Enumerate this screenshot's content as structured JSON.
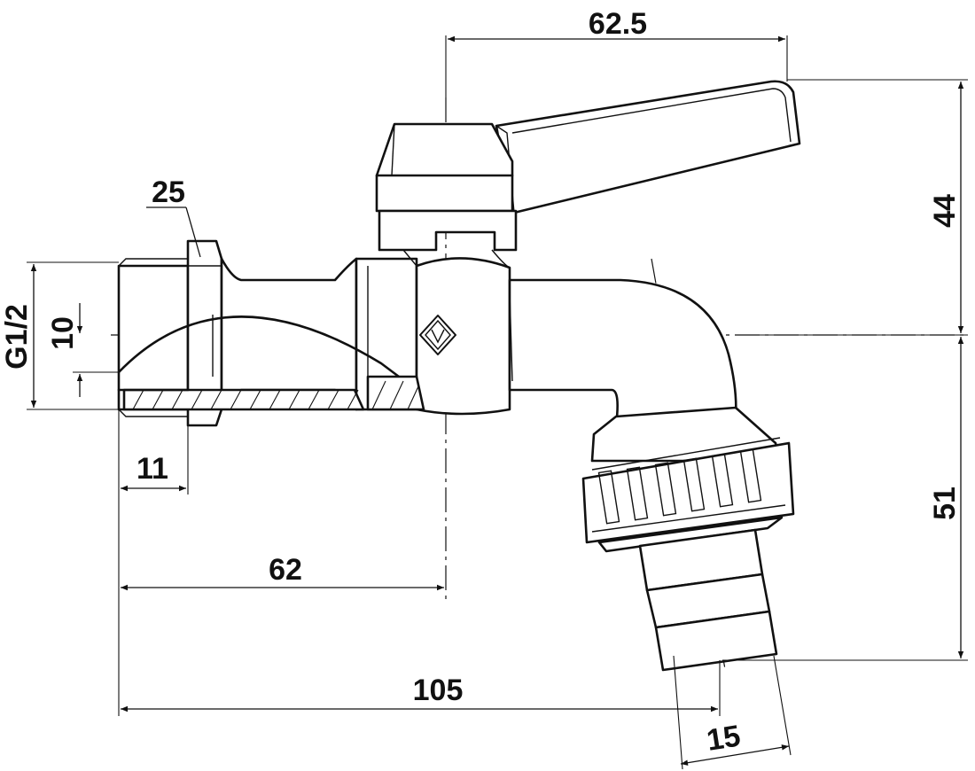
{
  "dimensions": {
    "handle_reach": "62.5",
    "hex_size": "25",
    "thread": "G1/2",
    "bore": "10",
    "thread_length": "11",
    "inlet_to_axis": "62",
    "overall_length": "105",
    "hose_diameter": "15",
    "handle_height": "44",
    "outlet_drop": "51"
  },
  "icons": {
    "logo": "v-diamond-logo-icon"
  },
  "colors": {
    "line": "#111111",
    "background": "#ffffff"
  }
}
